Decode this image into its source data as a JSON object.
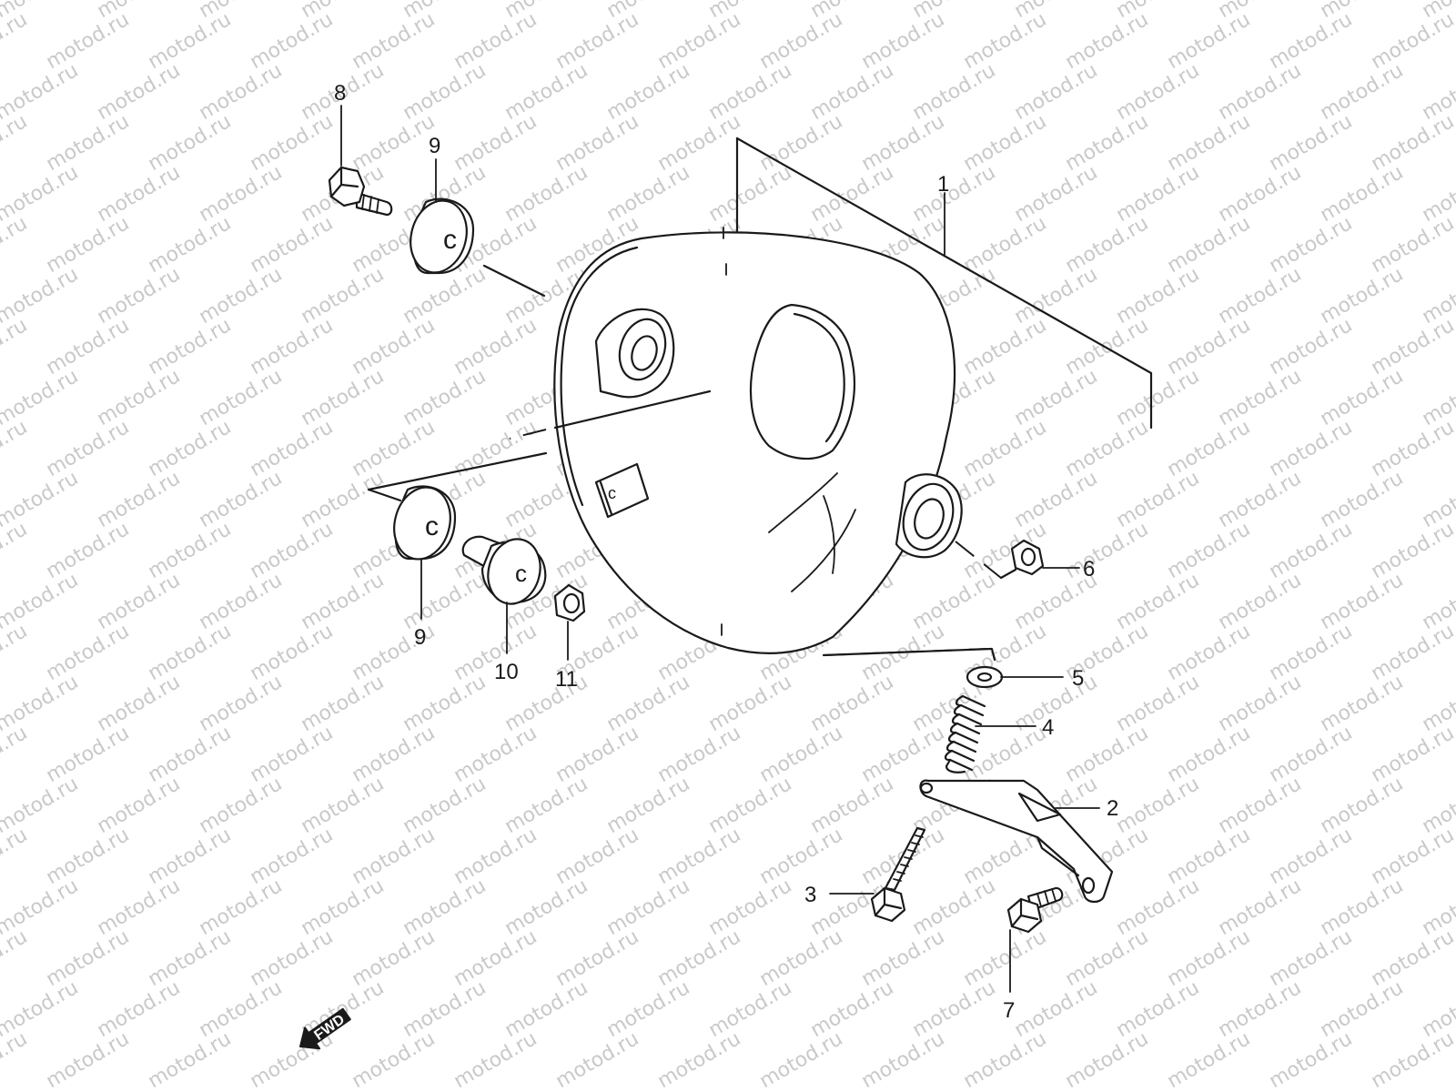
{
  "watermark": {
    "text": "motod.ru"
  },
  "callouts": [
    {
      "id": "1",
      "label": "1"
    },
    {
      "id": "2",
      "label": "2"
    },
    {
      "id": "3",
      "label": "3"
    },
    {
      "id": "4",
      "label": "4"
    },
    {
      "id": "5",
      "label": "5"
    },
    {
      "id": "6",
      "label": "6"
    },
    {
      "id": "7",
      "label": "7"
    },
    {
      "id": "8",
      "label": "8"
    },
    {
      "id": "9a",
      "label": "9"
    },
    {
      "id": "9b",
      "label": "9"
    },
    {
      "id": "10",
      "label": "10"
    },
    {
      "id": "11",
      "label": "11"
    }
  ],
  "forward_badge": {
    "label": "FWD"
  }
}
